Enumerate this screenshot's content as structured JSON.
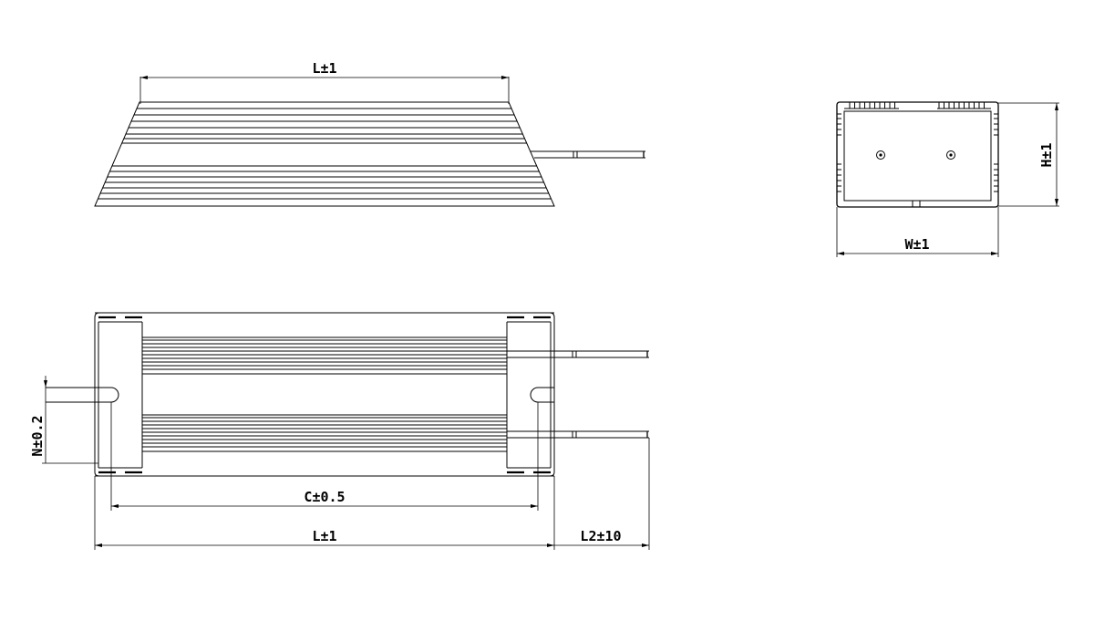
{
  "labels": {
    "top_length": "L±1",
    "height": "H±1",
    "width": "W±1",
    "slot_offset": "N±0.2",
    "mount_center": "C±0.5",
    "bottom_length": "L±1",
    "lead_length": "L2±10"
  },
  "colors": {
    "line": "#000000",
    "background": "#ffffff"
  }
}
